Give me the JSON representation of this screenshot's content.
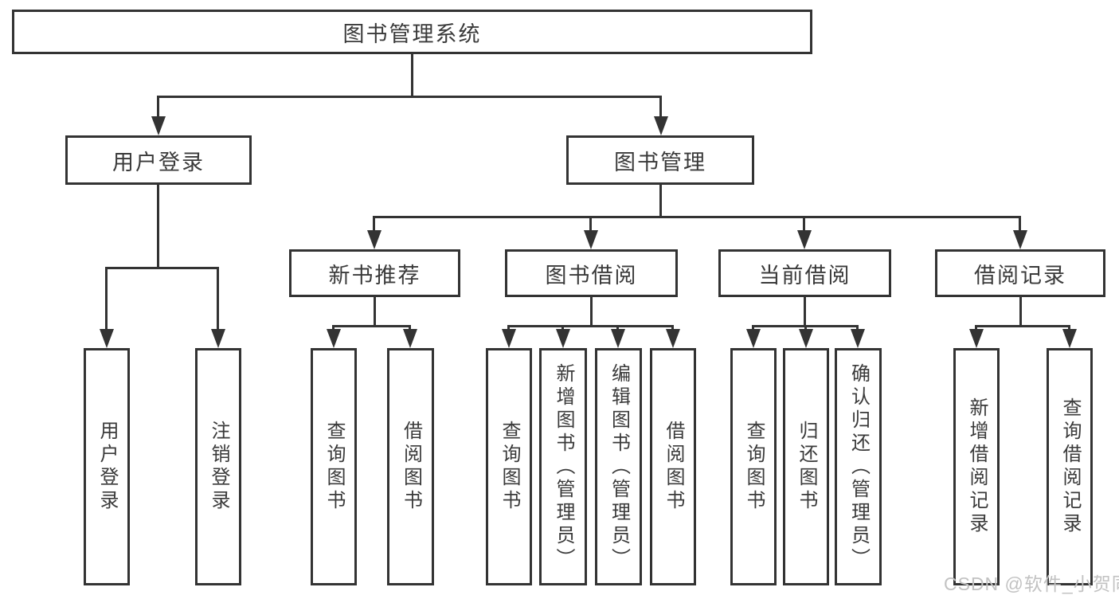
{
  "diagram": {
    "title": "图书管理系统",
    "root": {
      "label": "图书管理系统"
    },
    "branches": [
      {
        "label": "用户登录",
        "children": [
          {
            "label": "用户登录"
          },
          {
            "label": "注销登录"
          }
        ]
      },
      {
        "label": "图书管理",
        "children": [
          {
            "label": "新书推荐",
            "children": [
              {
                "label": "查询图书"
              },
              {
                "label": "借阅图书"
              }
            ]
          },
          {
            "label": "图书借阅",
            "children": [
              {
                "label": "查询图书"
              },
              {
                "label": "新增图书（管理员）"
              },
              {
                "label": "编辑图书（管理员）"
              },
              {
                "label": "借阅图书"
              }
            ]
          },
          {
            "label": "当前借阅",
            "children": [
              {
                "label": "查询图书"
              },
              {
                "label": "归还图书"
              },
              {
                "label": "确认归还（管理员）"
              }
            ]
          },
          {
            "label": "借阅记录",
            "children": [
              {
                "label": "新增借阅记录"
              },
              {
                "label": "查询借阅记录"
              }
            ]
          }
        ]
      }
    ]
  },
  "watermark": {
    "text": "CSDN @软件_小贺同学"
  },
  "colors": {
    "line": "#333333",
    "text": "#3a3a3a",
    "watermark": "#c2c2c2",
    "background": "#ffffff"
  }
}
